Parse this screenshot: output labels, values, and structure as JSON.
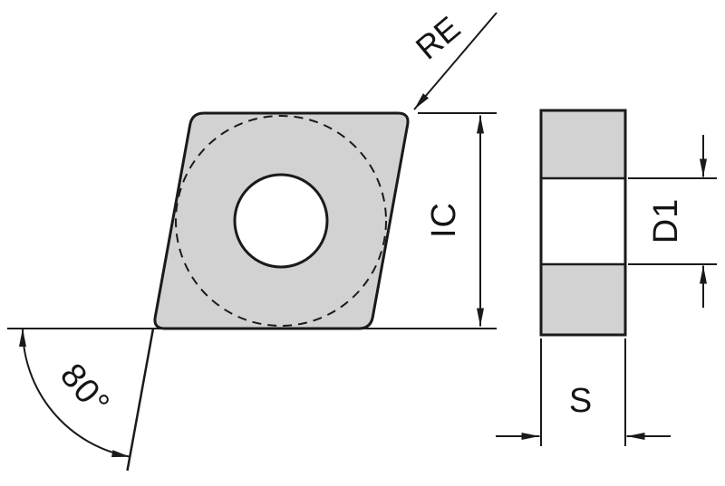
{
  "labels": {
    "corner_radius": "RE",
    "inscribed_circle": "IC",
    "corner_angle": "80°",
    "hole_diameter": "D1",
    "thickness": "S"
  },
  "colors": {
    "body_fill": "#d2d2d2",
    "hole_fill": "#ffffff",
    "line": "#1a1a1a",
    "background": "#ffffff"
  }
}
